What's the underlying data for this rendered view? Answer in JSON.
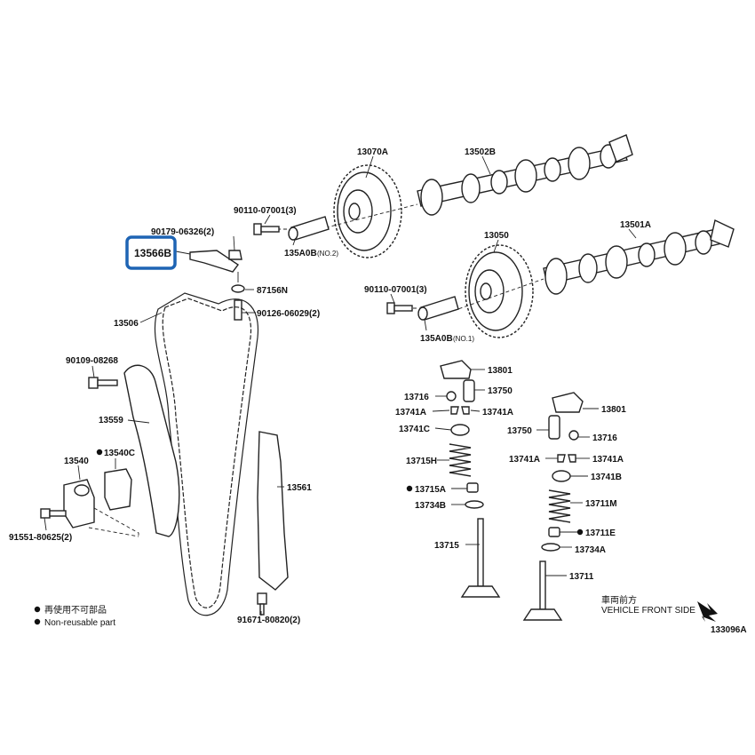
{
  "highlight_color": "#1e64b4",
  "labels": {
    "p13070A": "13070A",
    "p13502B": "13502B",
    "p13501A": "13501A",
    "p13050": "13050",
    "p90110a": "90110-07001(3)",
    "p90110b": "90110-07001(3)",
    "p90179": "90179-06326(2)",
    "p13566B": "13566B",
    "p135A0B_2": "135A0B",
    "no2": "(NO.2)",
    "p135A0B_1": "135A0B",
    "no1": "(NO.1)",
    "p87156N": "87156N",
    "p90126": "90126-06029(2)",
    "p13506": "13506",
    "p90109": "90109-08268",
    "p13559": "13559",
    "p13540": "13540",
    "p13540C": "13540C",
    "p91551": "91551-80625(2)",
    "p13561": "13561",
    "p91671": "91671-80820(2)",
    "p13801a": "13801",
    "p13716a": "13716",
    "p13750a": "13750",
    "p13741A_l": "13741A",
    "p13741A_r": "13741A",
    "p13741C": "13741C",
    "p13715H": "13715H",
    "p13715A": "13715A",
    "p13734B": "13734B",
    "p13715": "13715",
    "p13801b": "13801",
    "p13750b": "13750",
    "p13716b": "13716",
    "p13741A_l2": "13741A",
    "p13741A_r2": "13741A",
    "p13741B": "13741B",
    "p13711M": "13711M",
    "p13711E": "13711E",
    "p13734A": "13734A",
    "p13711": "13711"
  },
  "legend": {
    "line1": "再使用不可部品",
    "line2": "Non-reusable part"
  },
  "front": {
    "jp": "車両前方",
    "en": "VEHICLE FRONT SIDE"
  },
  "figure_code": "133096A"
}
